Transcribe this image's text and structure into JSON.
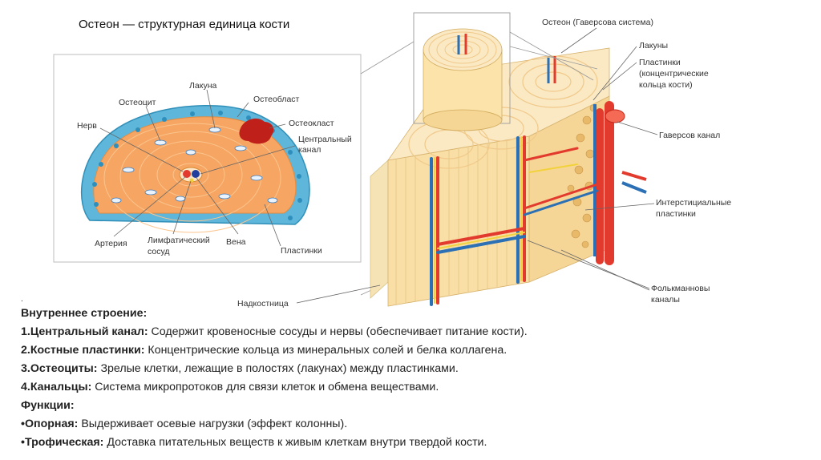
{
  "title": "Остеон — структурная единица кости",
  "left_diagram": {
    "labels": {
      "lacuna": "Лакуна",
      "osteocyte": "Остеоцит",
      "osteoblast": "Остеобласт",
      "nerve": "Нерв",
      "osteoclast": "Остеокласт",
      "central_canal_1": "Центральный",
      "central_canal_2": "канал",
      "artery": "Артерия",
      "lymph_1": "Лимфатический",
      "lymph_2": "сосуд",
      "vein": "Вена",
      "lamellae": "Пластинки"
    }
  },
  "right_diagram": {
    "labels": {
      "osteon_haversian": "Остеон (Гаверсова система)",
      "lacunae": "Лакуны",
      "lamellae_1": "Пластинки",
      "lamellae_2": "(концентрические",
      "lamellae_3": "кольца кости)",
      "haversian_canal": "Гаверсов канал",
      "interstitial_1": "Интерстициальные",
      "interstitial_2": "пластинки",
      "periosteum": "Надкостница",
      "volkmann_1": "Фолькманновы",
      "volkmann_2": "каналы"
    }
  },
  "text": {
    "dot": ".",
    "structure_heading": "Внутреннее строение:",
    "items": [
      {
        "term": "1.Центральный канал:",
        "desc": " Содержит кровеносные сосуды и нервы (обеспечивает питание кости)."
      },
      {
        "term": "2.Костные пластинки:",
        "desc": " Концентрические кольца из минеральных солей и белка коллагена."
      },
      {
        "term": "3.Остеоциты:",
        "desc": " Зрелые клетки, лежащие в полостях (лакунах) между пластинками."
      },
      {
        "term": "4.Канальцы:",
        "desc": " Система микропротоков для связи клеток и обмена веществами."
      }
    ],
    "functions_heading": "Функции:",
    "functions": [
      {
        "term": "•Опорная:",
        "desc": " Выдерживает осевые нагрузки (эффект колонны)."
      },
      {
        "term": "•Трофическая:",
        "desc": " Доставка питательных веществ к живым клеткам внутри твердой кости."
      }
    ]
  },
  "colors": {
    "bone": "#f7d9a3",
    "bone_light": "#fbe8c2",
    "osteon_fill": "#f7a866",
    "border_cells": "#5fb6db",
    "artery": "#e23b2e",
    "vein": "#2b6fb4",
    "nerve": "#f2d23c",
    "osteoclast": "#c0201a"
  }
}
